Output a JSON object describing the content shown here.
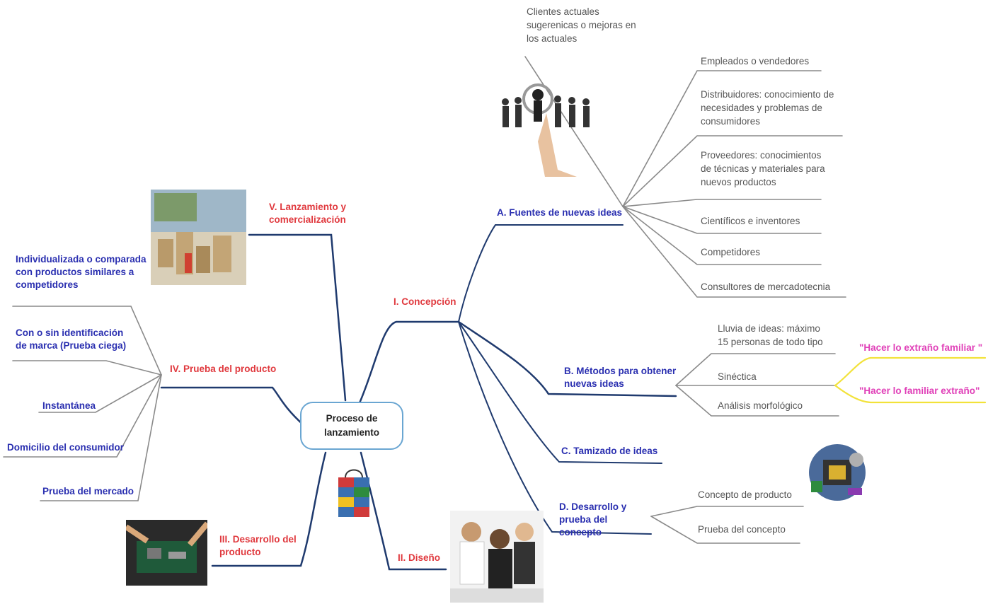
{
  "center": {
    "label": "Proceso de lanzamiento"
  },
  "branches": {
    "concepcion": "I. Concepción",
    "diseno": "II. Diseño",
    "desarrollo": "III. Desarrollo del producto",
    "prueba": "IV. Prueba del producto",
    "lanzamiento": "V. Lanzamiento y comercialización"
  },
  "concepcion_children": {
    "fuentes": "A. Fuentes de nuevas ideas",
    "metodos": "B. Métodos para obtener nuevas ideas",
    "tamizado": "C. Tamizado de ideas",
    "desarrollo_prueba": "D. Desarrollo y prueba del concepto"
  },
  "fuentes_items": [
    "Clientes actuales sugerenicas o mejoras en los actuales",
    "Empleados o vendedores",
    "Distribuidores: conocimiento de necesidades y problemas de consumidores",
    "Proveedores: conocimientos de técnicas y materiales para nuevos productos",
    "Científicos e inventores",
    "Competidores",
    "Consultores de mercadotecnia"
  ],
  "metodos_items": [
    "Lluvia de ideas: máximo 15 personas de todo tipo",
    "Sinéctica",
    "Análisis morfológico"
  ],
  "sinectica_items": [
    "\"Hacer lo extraño familiar \"",
    "\"Hacer lo familiar extraño\""
  ],
  "concepto_items": [
    "Concepto de producto",
    "Prueba del concepto"
  ],
  "prueba_items": [
    "Individualizada o comparada con productos similares a competidores",
    "Con o sin identificación de marca (Prueba ciega)",
    "Instantánea",
    "Domicilio del consumidor",
    "Prueba del mercado"
  ],
  "colors": {
    "main_branch": "#1f3a6e",
    "sub_branch": "#888888",
    "sinectica_branch": "#f2e23a",
    "center_border": "#6aa6d2"
  }
}
